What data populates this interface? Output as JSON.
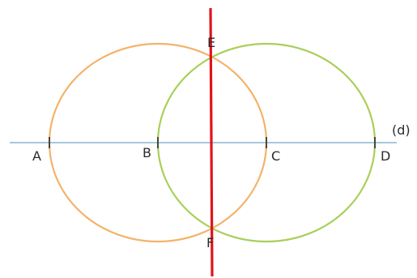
{
  "diagram": {
    "line_name": "(d)",
    "points": [
      {
        "id": "A",
        "label": "A"
      },
      {
        "id": "B",
        "label": "B"
      },
      {
        "id": "C",
        "label": "C"
      },
      {
        "id": "D",
        "label": "D"
      },
      {
        "id": "E",
        "label": "E"
      },
      {
        "id": "F",
        "label": "F"
      }
    ],
    "circles": [
      {
        "id": "circle-bc",
        "color": "#f3b36a"
      },
      {
        "id": "circle-cd",
        "color": "#a9cf5a"
      }
    ],
    "colors": {
      "line_d": "#a9c7dd",
      "perpendicular": "#e0141b",
      "ticks": "#3a3a3a"
    }
  }
}
